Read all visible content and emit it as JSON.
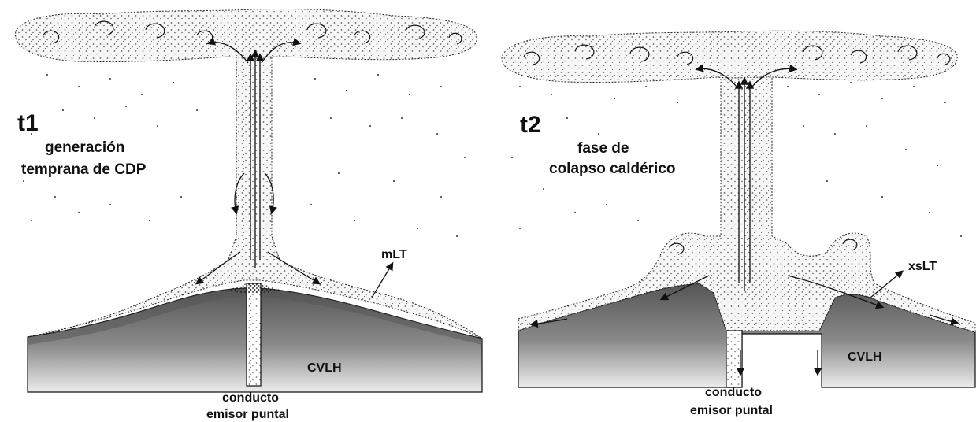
{
  "panels": [
    {
      "time_label": "t1",
      "caption_lines": [
        "generación",
        "temprana de CDP"
      ],
      "deposit_label": "mLT",
      "basement_label": "CVLH",
      "vent_label_lines": [
        "conducto",
        "emisor puntal"
      ]
    },
    {
      "time_label": "t2",
      "caption_lines": [
        "fase de",
        "colapso caldérico"
      ],
      "deposit_label": "xsLT",
      "basement_label": "CVLH",
      "vent_label_lines": [
        "conducto",
        "emisor puntal"
      ]
    }
  ],
  "colors": {
    "basement_top": "#555555",
    "basement_bottom": "#e6e6e6",
    "ink": "#111111",
    "cloud_fill": "#f7f7f7"
  }
}
